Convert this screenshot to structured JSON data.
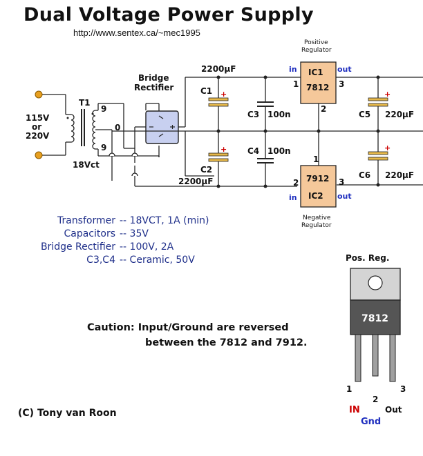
{
  "title": "Dual Voltage Power Supply",
  "url": "http://www.sentex.ca/~mec1995",
  "input": {
    "line1": "115V",
    "line2": "or",
    "line3": "220V"
  },
  "transformer": {
    "name": "T1",
    "rating": "18Vct",
    "tap_top": "9",
    "tap_center": "0",
    "tap_bottom": "9"
  },
  "bridge": {
    "line1": "Bridge",
    "line2": "Rectifier"
  },
  "capacitors": {
    "c1": {
      "name": "C1",
      "value": "2200µF"
    },
    "c2": {
      "name": "C2",
      "value": "2200µF"
    },
    "c3": {
      "name": "C3",
      "value": "100n"
    },
    "c4": {
      "name": "C4",
      "value": "100n"
    },
    "c5": {
      "name": "C5",
      "value": "220µF"
    },
    "c6": {
      "name": "C6",
      "value": "220µF"
    }
  },
  "ic1": {
    "name": "IC1",
    "part": "7812",
    "caption1": "Positive",
    "caption2": "Regulator",
    "pin_in": "1",
    "pin_out": "3",
    "pin_gnd": "2",
    "in_label": "in",
    "out_label": "out"
  },
  "ic2": {
    "name": "IC2",
    "part": "7912",
    "caption1": "Negative",
    "caption2": "Regulator",
    "pin_in": "2",
    "pin_out": "3",
    "pin_gnd": "1",
    "in_label": "in",
    "out_label": "out"
  },
  "specs": [
    {
      "name": "Transformer",
      "value": "-- 18VCT, 1A (min)"
    },
    {
      "name": "Capacitors",
      "value": "-- 35V"
    },
    {
      "name": "Bridge Rectifier",
      "value": "-- 100V, 2A"
    },
    {
      "name": "C3,C4",
      "value": "-- Ceramic, 50V"
    }
  ],
  "package": {
    "title": "Pos. Reg.",
    "part": "7812",
    "pin1": "1",
    "pin2": "2",
    "pin3": "3",
    "in_label": "IN",
    "gnd_label": "Gnd",
    "out_label": "Out"
  },
  "caution": {
    "line1": "Caution: Input/Ground  are reversed",
    "line2": "between the 7812 and 7912."
  },
  "copyright": "(C) Tony van Roon",
  "colors": {
    "ic_fill": "#f5c89a",
    "cap_plate": "#e6b84a",
    "polarity": "#cc0000",
    "bridge_fill": "#c8d0f0",
    "terminal": "#e8a020",
    "label_blue": "#1f2fbf",
    "pin_label_red": "#cc0000"
  }
}
